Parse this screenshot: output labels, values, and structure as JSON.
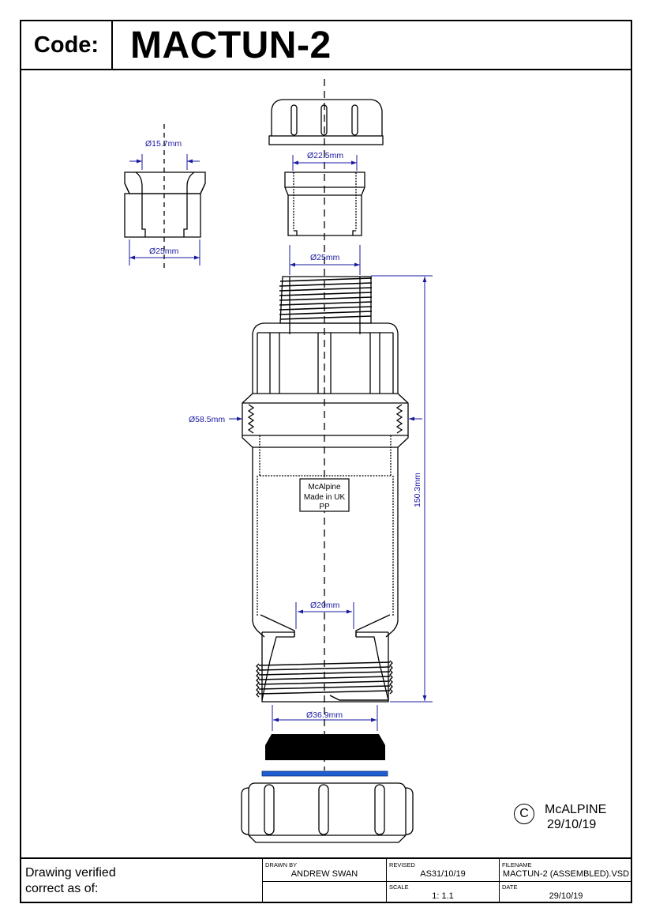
{
  "header": {
    "code_label": "Code:",
    "code_value": "MACTUN-2"
  },
  "drawing": {
    "centerline_style": "dashed",
    "parts": [
      "small-insert-bush",
      "top-nut",
      "insert-bush",
      "threaded-adaptor-body",
      "cone-washer",
      "blue-o-ring",
      "bottom-nut"
    ],
    "label_box": {
      "line1": "McAlpine",
      "line2": "Made in UK",
      "line3": "PP"
    },
    "dimensions": {
      "small_bush_inner": "Ø15.7mm",
      "small_bush_outer": "Ø25mm",
      "bush_inner": "Ø22.5mm",
      "bush_outer": "Ø25mm",
      "body_nut_diameter": "Ø58.5mm",
      "overall_length": "150.3mm",
      "outlet_bore": "Ø20mm",
      "bottom_thread": "Ø36.9mm"
    },
    "colors": {
      "dimension": "#1a1aa0",
      "o_ring": "#1e5fd0",
      "washer": "#000000"
    }
  },
  "stamp": {
    "symbol": "C",
    "company": "McALPINE",
    "date": "29/10/19"
  },
  "title_block": {
    "verified_line1": "Drawing verified",
    "verified_line2": "correct as of:",
    "drawn_by_caption": "DRAWN BY",
    "drawn_by": "ANDREW SWAN",
    "revised_caption": "REVISED",
    "revised": "AS31/10/19",
    "filename_caption": "FILENAME",
    "filename": "MACTUN-2 (ASSEMBLED).VSD",
    "scale_caption": "SCALE",
    "scale": "1: 1.1",
    "date_caption": "DATE",
    "date": "29/10/19"
  }
}
